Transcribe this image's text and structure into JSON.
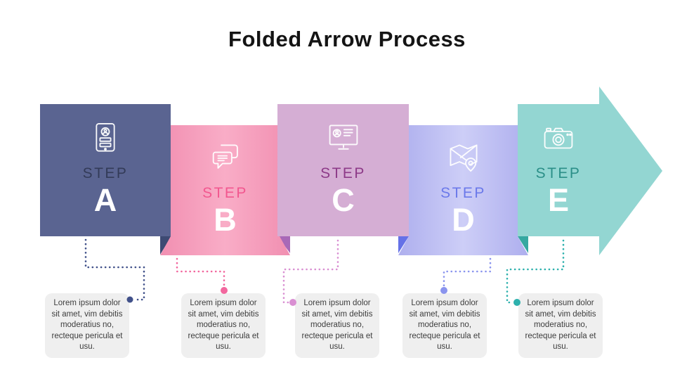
{
  "title": "Folded Arrow Process",
  "steps": [
    {
      "name": "Step A",
      "label": "STEP",
      "letter": "A",
      "icon": "tablet-profile-icon",
      "description": "Lorem ipsum dolor sit amet, vim debitis moderatius no, recteque pericula et usu.",
      "colors": {
        "panel": "#5a6491",
        "panel_edge": "#5a6491",
        "label": "#333b58",
        "letter": "#ffffff",
        "fold": "#3d4a73",
        "connector": "#41518a"
      }
    },
    {
      "name": "Step B",
      "label": "STEP",
      "letter": "B",
      "icon": "chat-bubbles-icon",
      "description": "Lorem ipsum dolor sit amet, vim debitis moderatius no, recteque pericula et usu.",
      "colors": {
        "panel": "#f9adc7",
        "panel_edge": "#f18fb1",
        "label": "#f2578f",
        "letter": "#ffffff",
        "connector": "#f2679e"
      }
    },
    {
      "name": "Step C",
      "label": "STEP",
      "letter": "C",
      "icon": "monitor-profile-icon",
      "description": "Lorem ipsum dolor sit amet, vim debitis moderatius no, recteque pericula et usu.",
      "colors": {
        "panel": "#d5aed4",
        "panel_edge": "#d5aed4",
        "label": "#8d3a88",
        "letter": "#ffffff",
        "fold": "#a869b7",
        "connector": "#d98fd2"
      }
    },
    {
      "name": "Step D",
      "label": "STEP",
      "letter": "D",
      "icon": "map-pin-icon",
      "description": "Lorem ipsum dolor sit amet, vim debitis moderatius no, recteque pericula et usu.",
      "colors": {
        "panel": "#cdcef7",
        "panel_edge": "#aeafee",
        "label": "#6b79ea",
        "letter": "#ffffff",
        "fold": "#6571e7",
        "connector": "#8a94ee"
      }
    },
    {
      "name": "Step E",
      "label": "STEP",
      "letter": "E",
      "icon": "camera-icon",
      "description": "Lorem ipsum dolor sit amet, vim debitis moderatius no, recteque pericula et usu.",
      "colors": {
        "panel": "#93d6d2",
        "panel_edge": "#93d6d2",
        "label": "#2b8f88",
        "letter": "#ffffff",
        "fold": "#36a8a1",
        "connector": "#2eb1ad"
      }
    }
  ]
}
